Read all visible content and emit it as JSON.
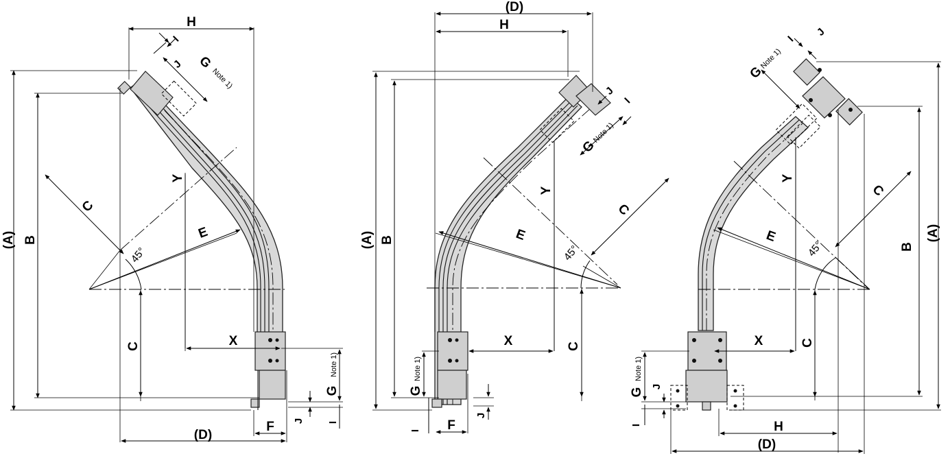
{
  "labels": {
    "A": "(A)",
    "B": "B",
    "C": "C",
    "D": "(D)",
    "E": "E",
    "F": "F",
    "G": "G",
    "H": "H",
    "I": "I",
    "J": "J",
    "X": "X",
    "Y": "Y",
    "note": "Note 1)",
    "angle": "45°"
  },
  "colors": {
    "body_fill": "#d9d9d9",
    "line": "#000000"
  }
}
